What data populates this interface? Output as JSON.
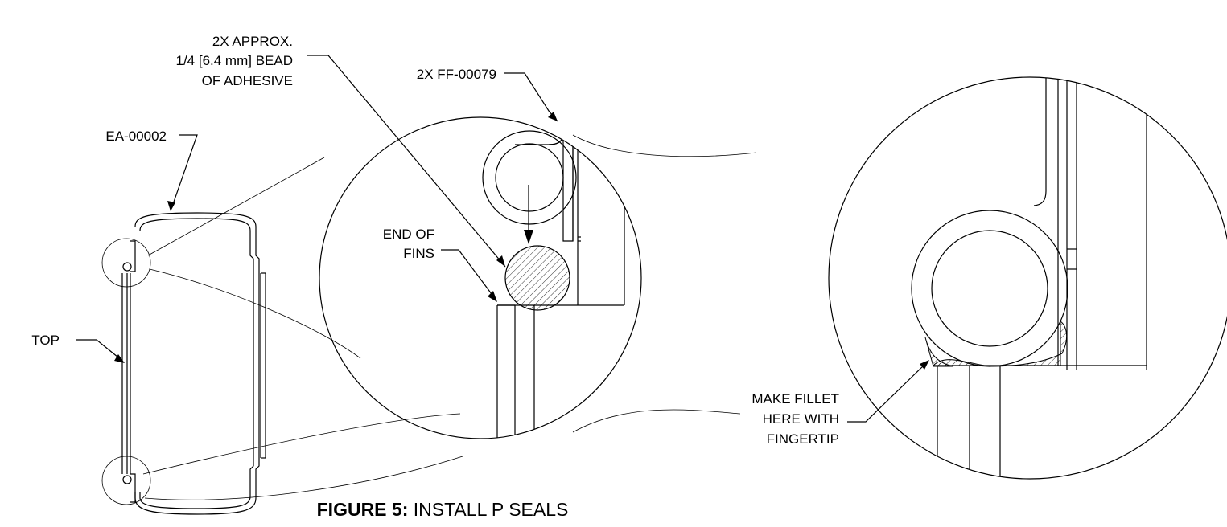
{
  "callouts": {
    "adhesive": [
      "2X APPROX.",
      "1/4 [6.4 mm] BEAD",
      "OF ADHESIVE"
    ],
    "part_ff": "2X FF-00079",
    "part_ea": "EA-00002",
    "end_of_fins": [
      "END OF",
      "FINS"
    ],
    "top": "TOP",
    "fillet": [
      "MAKE FILLET",
      "HERE WITH",
      "FINGERTIP"
    ]
  },
  "caption": {
    "bold": "FIGURE 5:",
    "text": " INSTALL P SEALS"
  }
}
